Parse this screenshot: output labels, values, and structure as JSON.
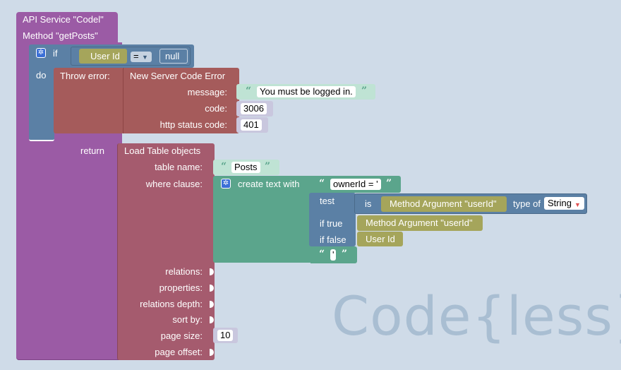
{
  "service": {
    "title": "API Service \"Codel\"",
    "method": "Method \"getPosts\""
  },
  "if_block": {
    "if_label": "if",
    "do_label": "do",
    "user_id": "User Id",
    "operator": "=",
    "null_label": "null"
  },
  "throw": {
    "label": "Throw error:",
    "error_type": "New Server Code Error",
    "message_label": "message:",
    "message_value": "You must be logged in.",
    "code_label": "code:",
    "code_value": "3006",
    "http_label": "http status code:",
    "http_value": "401"
  },
  "return_block": {
    "return_label": "return",
    "load_label": "Load Table objects",
    "table_name_label": "table name:",
    "table_name_value": "Posts",
    "where_label": "where clause:",
    "relations_label": "relations:",
    "properties_label": "properties:",
    "relations_depth_label": "relations depth:",
    "sort_by_label": "sort by:",
    "page_size_label": "page size:",
    "page_size_value": "10",
    "page_offset_label": "page offset:"
  },
  "create_text": {
    "label": "create text with",
    "first_text": "ownerId = '",
    "last_text": "'",
    "test_label": "test",
    "is_label": "is",
    "method_arg": "Method Argument \"userId\"",
    "type_of_label": "type of",
    "type_value": "String",
    "if_true_label": "if true",
    "if_true_value": "Method Argument \"userId\"",
    "if_false_label": "if false",
    "if_false_value": "User Id"
  },
  "watermark": "Code{less}",
  "colors": {
    "background": "#cfdbe8",
    "service": "#9b5ba5",
    "control": "#5b80a5",
    "error": "#a55b5b",
    "load": "#a55b6e",
    "text": "#5ba58c",
    "text_light": "#bfe3d4",
    "variable": "#a5a55b",
    "input_slot": "#c9c7de"
  }
}
